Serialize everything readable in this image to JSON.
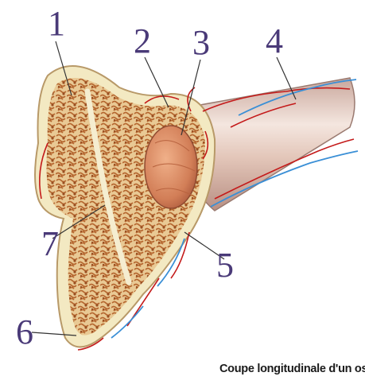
{
  "labels": {
    "l1": "1",
    "l2": "2",
    "l3": "3",
    "l4": "4",
    "l5": "5",
    "l6": "6",
    "l7": "7"
  },
  "caption": "Coupe longitudinale d'un os",
  "colors": {
    "bone_outer": "#f3e9c2",
    "spongy_bone": "#c88a4a",
    "marrow": "#e7c48a",
    "shaft": "#e8cfc4",
    "vessel_red": "#c41a1a",
    "vessel_blue": "#3a8fd6",
    "label_text": "#4a3a78"
  }
}
